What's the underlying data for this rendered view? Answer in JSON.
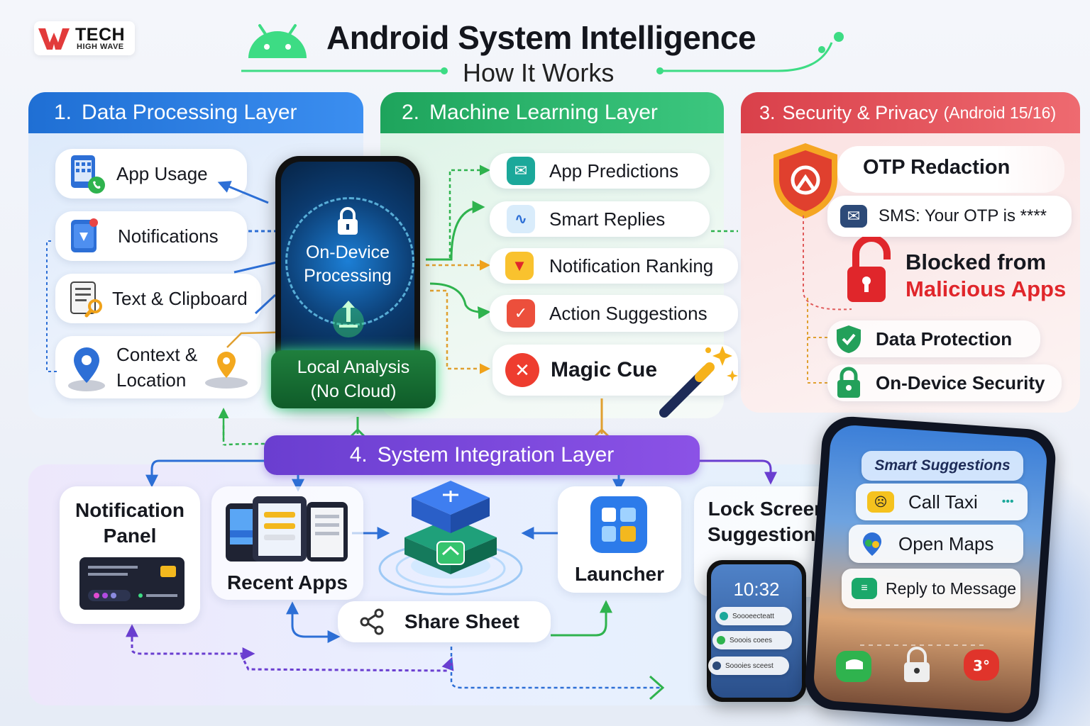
{
  "brand": {
    "name": "TECH",
    "tagline": "HIGH WAVE"
  },
  "header": {
    "title": "Android System Intelligence",
    "subtitle": "How It Works"
  },
  "layer1": {
    "number": "1.",
    "title": "Data Processing Layer",
    "items": [
      {
        "label": "App Usage",
        "icon": "app-usage-icon"
      },
      {
        "label": "Notifications",
        "icon": "notification-icon"
      },
      {
        "label": "Text & Clipboard",
        "icon": "clipboard-icon"
      },
      {
        "label_line1": "Context &",
        "label_line2": "Location",
        "icon": "location-pin-icon"
      }
    ]
  },
  "center_phone": {
    "line1": "On-Device",
    "line2": "Processing",
    "badge_line1": "Local Analysis",
    "badge_line2": "(No Cloud)"
  },
  "layer2": {
    "number": "2.",
    "title": "Machine Learning Layer",
    "items": [
      {
        "label": "App Predictions"
      },
      {
        "label": "Smart Replies"
      },
      {
        "label": "Notification Ranking"
      },
      {
        "label": "Action Suggestions"
      },
      {
        "label": "Magic Cue"
      }
    ]
  },
  "layer3": {
    "number": "3.",
    "title": "Security & Privacy",
    "title_note": "(Android 15/16)",
    "otp_title": "OTP Redaction",
    "sms_text": "SMS: Your OTP is ****",
    "blocked_line1": "Blocked from",
    "blocked_line2": "Malicious Apps",
    "items": [
      {
        "label": "Data Protection"
      },
      {
        "label": "On-Device Security"
      }
    ]
  },
  "layer4": {
    "number": "4.",
    "title": "System Integration Layer",
    "notification_panel": {
      "line1": "Notification",
      "line2": "Panel"
    },
    "recent_apps": "Recent Apps",
    "share_sheet": "Share Sheet",
    "launcher": "Launcher",
    "lock_screen": {
      "line1": "Lock Screen",
      "line2": "Suggestions"
    },
    "lock_phone": {
      "time": "10:32",
      "items": [
        "Soooeecteatt",
        "Sooois coees",
        "Soooies sceest"
      ]
    }
  },
  "big_phone": {
    "header": "Smart Suggestions",
    "items": [
      {
        "label": "Call Taxi"
      },
      {
        "label": "Open Maps"
      },
      {
        "label": "Reply to Message"
      }
    ],
    "dots": "•••"
  },
  "colors": {
    "blue": "#1e74d2",
    "green": "#22a861",
    "red": "#e0454f",
    "purple": "#6a3ed0",
    "android": "#3ddc84"
  }
}
